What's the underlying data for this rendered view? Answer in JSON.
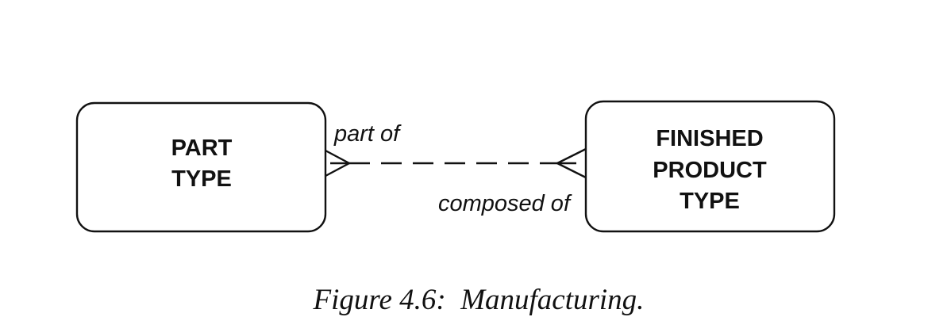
{
  "entities": {
    "part_type": {
      "lines": [
        "PART",
        "TYPE"
      ]
    },
    "finished_product_type": {
      "lines": [
        "FINISHED",
        "PRODUCT",
        "TYPE"
      ]
    }
  },
  "relationship": {
    "label_near_part_type": "part of",
    "label_near_finished_product_type": "composed of",
    "line_style": "dashed"
  },
  "caption": "Figure 4.6:  Manufacturing."
}
